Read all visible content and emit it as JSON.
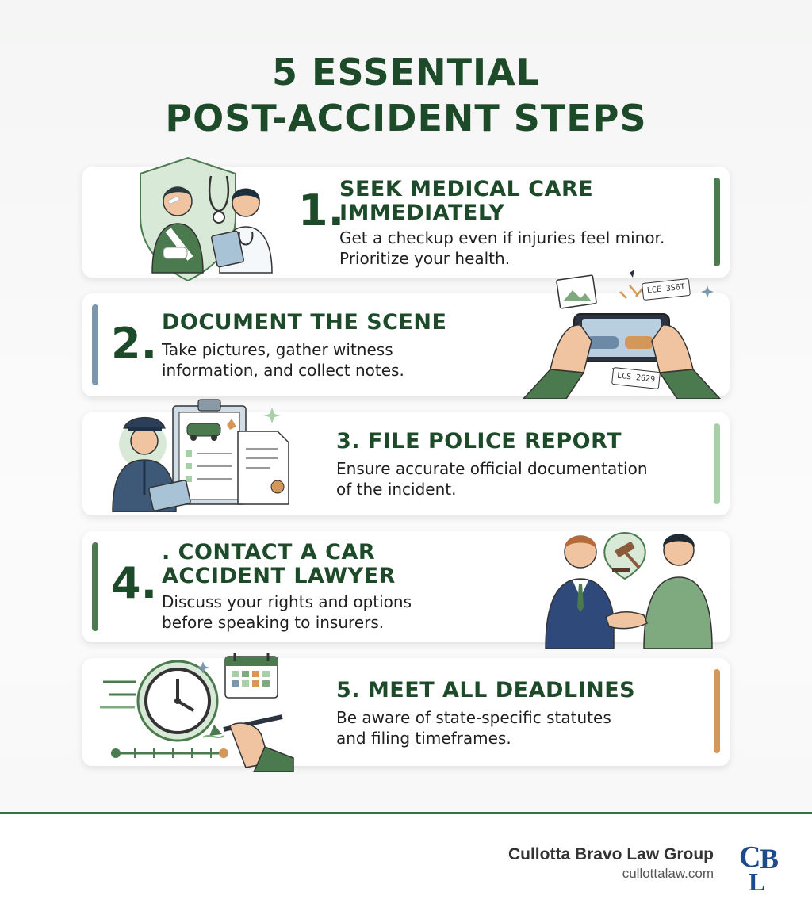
{
  "title": {
    "line1": "5 ESSENTIAL",
    "line2": "POST-ACCIDENT STEPS"
  },
  "steps": [
    {
      "number": "1.",
      "heading_line1": "SEEK MEDICAL CARE",
      "heading_line2": "IMMEDIATELY",
      "desc_line1": "Get a checkup even if injuries feel minor.",
      "desc_line2": "Prioritize your health.",
      "bar_color": "#4b7a4f"
    },
    {
      "number": "2.",
      "heading_line1": "DOCUMENT THE SCENE",
      "desc_line1": "Take pictures, gather witness",
      "desc_line2": "information, and collect notes.",
      "bar_color": "#7a97ad",
      "plate1": "LCE 3S6T",
      "plate2": "LCS 2629"
    },
    {
      "heading_line1": "3. FILE POLICE REPORT",
      "desc_line1": "Ensure accurate official documentation",
      "desc_line2": "of the incident.",
      "bar_color": "#a8cfa9"
    },
    {
      "number": "4.",
      "heading_line1": ". CONTACT A CAR",
      "heading_line2": "ACCIDENT LAWYER",
      "desc_line1": "Discuss your rights and options",
      "desc_line2": "before speaking to insurers.",
      "bar_color": "#4b7a4f"
    },
    {
      "heading_line1": "5. MEET ALL DEADLINES",
      "desc_line1": "Be aware of state-specific statutes",
      "desc_line2": "and filing timeframes.",
      "bar_color": "#d4975a"
    }
  ],
  "footer": {
    "brand": "Cullotta Bravo Law Group",
    "url": "cullottalaw.com",
    "logo_letters": "CLB"
  },
  "colors": {
    "primary": "#1d4b2a",
    "accent_orange": "#d4975a",
    "accent_blue": "#7a97ad",
    "accent_light_green": "#a8cfa9"
  }
}
